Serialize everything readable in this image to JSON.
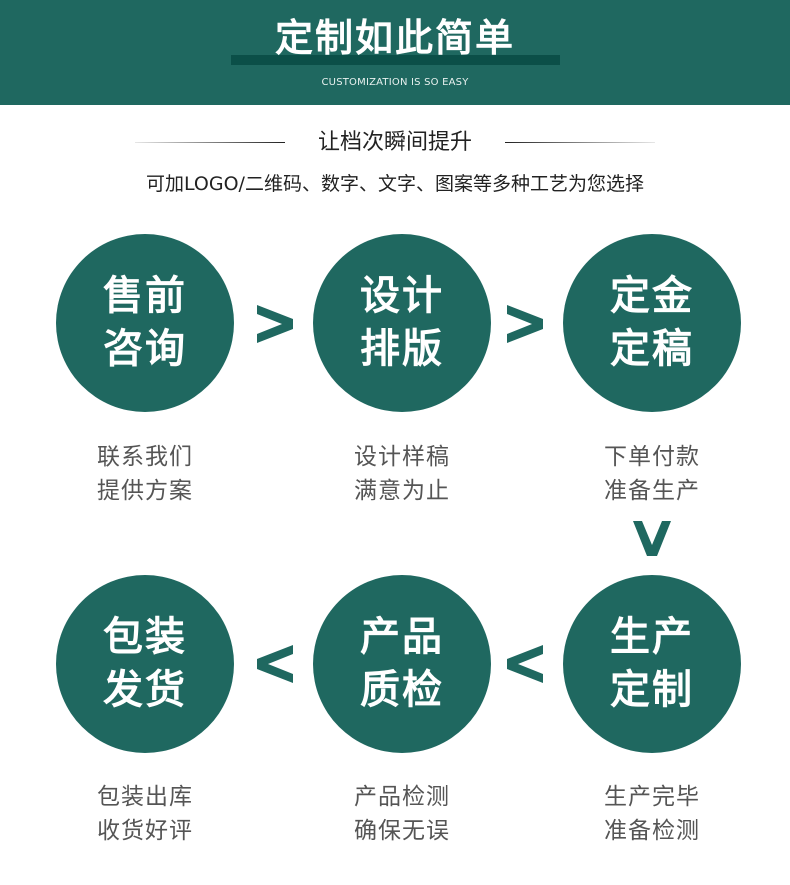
{
  "header": {
    "title": "定制如此简单",
    "subtitle": "CUSTOMIZATION IS SO EASY"
  },
  "intro": {
    "heading": "让档次瞬间提升",
    "description": "可加LOGO/二维码、数字、文字、图案等多种工艺为您选择"
  },
  "colors": {
    "brand_green": "#1f6860",
    "header_bar": "#0b4f48",
    "note_text": "#555555"
  },
  "steps": [
    {
      "line1": "售前",
      "line2": "咨询",
      "note1": "联系我们",
      "note2": "提供方案"
    },
    {
      "line1": "设计",
      "line2": "排版",
      "note1": "设计样稿",
      "note2": "满意为止"
    },
    {
      "line1": "定金",
      "line2": "定稿",
      "note1": "下单付款",
      "note2": "准备生产"
    },
    {
      "line1": "生产",
      "line2": "定制",
      "note1": "生产完毕",
      "note2": "准备检测"
    },
    {
      "line1": "产品",
      "line2": "质检",
      "note1": "产品检测",
      "note2": "确保无误"
    },
    {
      "line1": "包装",
      "line2": "发货",
      "note1": "包装出库",
      "note2": "收货好评"
    }
  ],
  "arrows": {
    "right": "chevron-right-icon",
    "down": "chevron-down-icon",
    "left": "chevron-left-icon"
  }
}
